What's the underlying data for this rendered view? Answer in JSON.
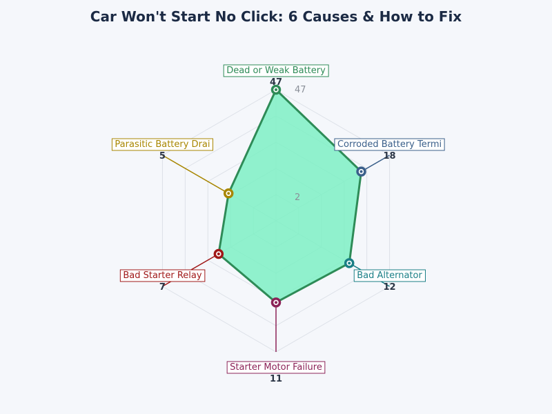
{
  "chart_data": {
    "type": "radar",
    "title": "Car Won't Start No Click: 6 Causes & How to Fix",
    "categories": [
      "Dead or Weak Battery",
      "Corroded Battery Termi",
      "Bad Alternator",
      "Starter Motor Failure",
      "Bad Starter Relay",
      "Parasitic Battery Drai"
    ],
    "values": [
      47,
      18,
      12,
      11,
      7,
      5
    ],
    "scale": "log",
    "range": [
      1,
      47
    ],
    "radial_ticks": [
      "2",
      "47"
    ],
    "colors": [
      "#2e8b57",
      "#3a5f8a",
      "#1a7f86",
      "#8b2257",
      "#a01818",
      "#a88600"
    ],
    "fill_color": "#7ef0c4",
    "outline_color": "#2e8b57",
    "grid": true
  }
}
